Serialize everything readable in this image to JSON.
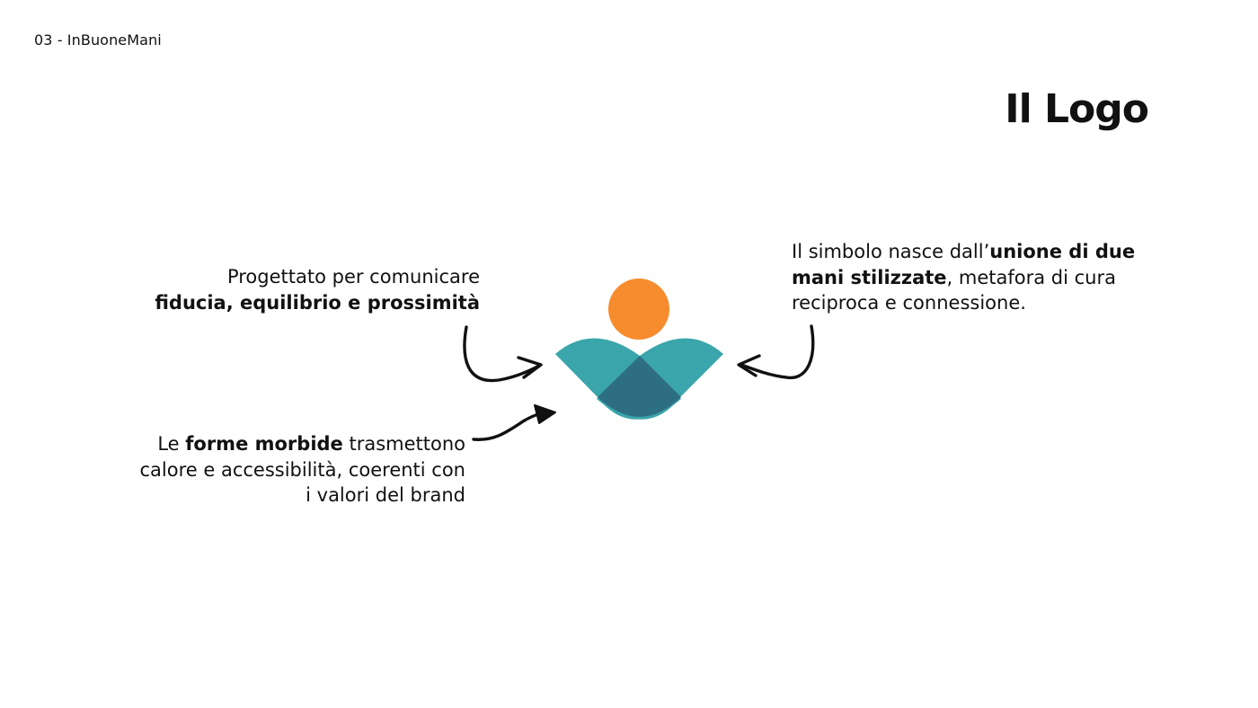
{
  "header": {
    "slide_label": "03 - InBuoneMani",
    "title": "Il Logo"
  },
  "notes": {
    "top_left": {
      "line1": "Progettato per comunicare",
      "line2_bold": "fiducia, equilibrio e prossimità"
    },
    "right": {
      "line1_pre": "Il simbolo nasce dall’",
      "line1_bold": "unione di due",
      "line2_bold": "mani stilizzate",
      "line2_post": ", metafora di cura",
      "line3": "reciproca e connessione."
    },
    "bottom_left": {
      "line1_pre": "Le ",
      "line1_bold": "forme morbide",
      "line1_post": " trasmettono",
      "line2": "calore e accessibilità, coerenti con",
      "line3": "i valori del brand"
    }
  },
  "logo": {
    "head_color": "#F78C2F",
    "hands_color": "#3AA5AA",
    "overlap_color": "#2E6E83"
  }
}
